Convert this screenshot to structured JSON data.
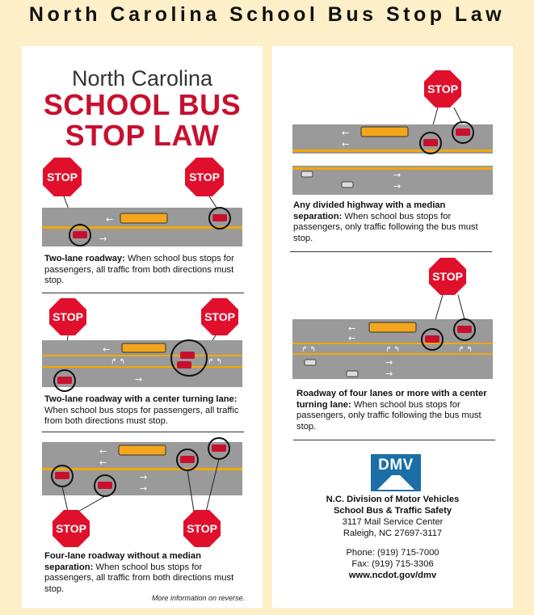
{
  "banner": "North Carolina School Bus Stop Law",
  "left": {
    "title1": "North Carolina",
    "title2": "SCHOOL BUS",
    "title3": "STOP LAW",
    "stop": "STOP",
    "cap1_bold": "Two-lane roadway:",
    "cap1_text": " When school bus stops for passengers, all traffic from both directions must stop.",
    "cap2_bold": "Two-lane roadway with a center turning lane:",
    "cap2_text": " When school bus stops for passengers, all traffic from both directions must stop.",
    "cap3_bold": "Four-lane roadway without a median separation:",
    "cap3_text": " When school bus stops for passengers, all traffic from both directions must stop.",
    "more_info": "More information on reverse."
  },
  "right": {
    "stop": "STOP",
    "cap1_bold": "Any divided highway with a median separation:",
    "cap1_text": " When school bus stops for passengers, only traffic following the bus must stop.",
    "cap2_bold": "Roadway of four lanes or more with a center turning lane:",
    "cap2_text": " When school bus stops for passengers, only traffic following the bus must stop.",
    "dmv": "DMV",
    "org1": "N.C. Division of Motor Vehicles",
    "org2": "School Bus & Traffic Safety",
    "addr1": "3117 Mail Service Center",
    "addr2": "Raleigh, NC 27697-3117",
    "phone": "Phone: (919) 715-7000",
    "fax": "Fax: (919) 715-3306",
    "web": "www.ncdot.gov/dmv"
  },
  "colors": {
    "stop_red": "#e0102c",
    "road": "#9a9a9a",
    "median": "#f2a900",
    "bus": "#f3a51c",
    "car_red": "#c8102e",
    "dmv_blue": "#1b6fa6"
  }
}
